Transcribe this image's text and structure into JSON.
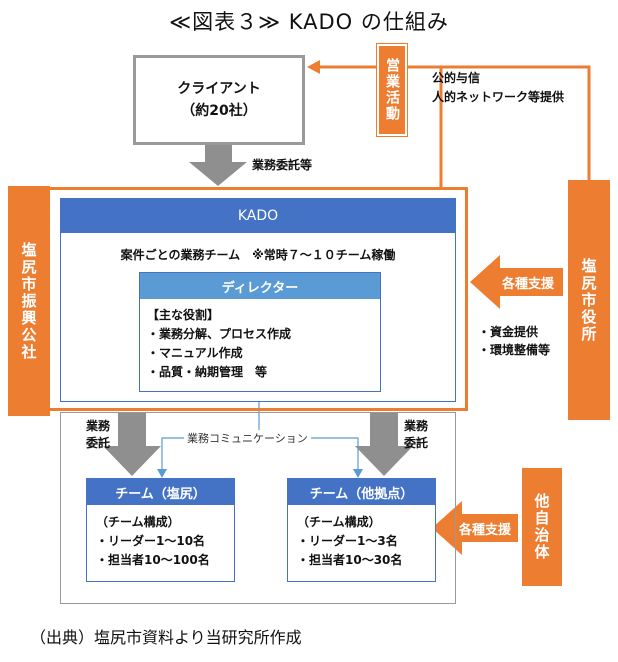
{
  "title": "≪図表３≫ KADO の仕組み",
  "client": {
    "name": "クライアント",
    "count": "（約20社）"
  },
  "labels": {
    "eigyo": "営業活動",
    "koteki": "公的与信",
    "jinteki": "人的ネットワーク等提供",
    "itaku_top": "業務委託等",
    "shinko": "塩尻市振興公社",
    "yakusho": "塩尻市役所",
    "jichitai": "他自治体",
    "support1": "各種支援",
    "support2": "各種支援",
    "shikin": "・資金提供",
    "kankyo": "・環境整備等",
    "itaku_left": [
      "業務",
      "委託"
    ],
    "itaku_right": [
      "業務",
      "委託"
    ],
    "comm": "業務コミュニケーション"
  },
  "kado": {
    "header": "KADO",
    "team_line": "案件ごとの業務チーム　※常時７～１０チーム稼働",
    "director": {
      "header": "ディレクター",
      "roles": [
        "【主な役割】",
        "・業務分解、プロセス作成",
        "・マニュアル作成",
        "・品質・納期管理　等"
      ]
    }
  },
  "teams": [
    {
      "header": "チーム（塩尻）",
      "lines": [
        "（チーム構成）",
        "・リーダー1～10名",
        "・担当者10～100名"
      ]
    },
    {
      "header": "チーム（他拠点）",
      "lines": [
        "（チーム構成）",
        "・リーダー1～3名",
        "・担当者10～30名"
      ]
    }
  ],
  "source": "（出典）塩尻市資料より当研究所作成",
  "colors": {
    "orange": "#ed7d31",
    "blue": "#4472c4",
    "lightblue": "#5b9bd5",
    "gray": "#9a9a9a",
    "gray_arrow": "#8f8f8f"
  }
}
